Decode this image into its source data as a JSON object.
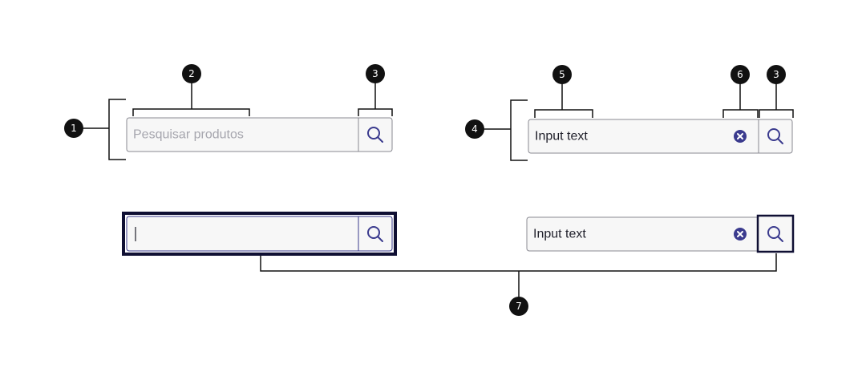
{
  "search_empty": {
    "placeholder": "Pesquisar produtos",
    "icon": "search-icon"
  },
  "search_filled": {
    "value": "Input text",
    "clear_icon": "clear-icon",
    "icon": "search-icon"
  },
  "search_focused": {
    "value": "",
    "icon": "search-icon"
  },
  "search_button_focused": {
    "value": "Input text",
    "clear_icon": "clear-icon",
    "icon": "search-icon"
  },
  "callouts": {
    "c1": "1",
    "c2": "2",
    "c3a": "3",
    "c4": "4",
    "c5": "5",
    "c6": "6",
    "c3b": "3",
    "c7": "7"
  },
  "colors": {
    "field_bg": "#f7f7f7",
    "border": "#8a8a92",
    "accent": "#3b3b8e",
    "focus": "#0f0f33",
    "badge": "#111111"
  }
}
